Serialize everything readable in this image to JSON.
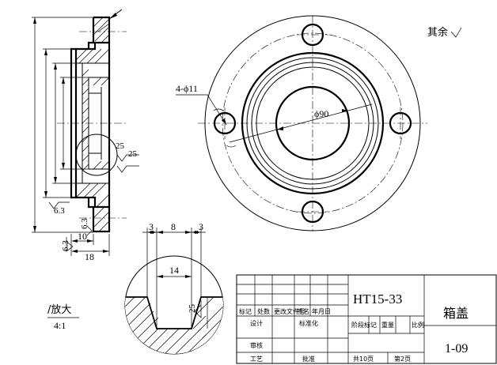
{
  "surface_note": "其余",
  "labels": {
    "hole_callout": "4-ϕ11",
    "diameter": "ϕ90",
    "roughness_25a": "25",
    "roughness_25b": "25",
    "roughness_63a": "6.3",
    "roughness_63b": "6.3",
    "roughness_63c": "6.3",
    "dim_10": "10",
    "dim_18": "18",
    "detail_3a": "3",
    "detail_8": "8",
    "detail_3b": "3",
    "detail_14": "14",
    "detail_25": "25"
  },
  "scale_note": {
    "label": "/放大",
    "ratio": "4:1"
  },
  "title_block": {
    "material": "HT15-33",
    "part_name": "箱盖",
    "drawing_no": "1-09",
    "row_mark": "标记",
    "row_count": "处数",
    "row_change": "更改文件号",
    "row_sign": "签名",
    "row_date": "年月日",
    "design": "设计",
    "standard": "标准化",
    "stage_mark": "阶段标记",
    "weight": "重量",
    "scale": "比例",
    "review": "审核",
    "process": "工艺",
    "approve": "批准",
    "total_sheets": "共10页",
    "sheet": "第2页"
  }
}
